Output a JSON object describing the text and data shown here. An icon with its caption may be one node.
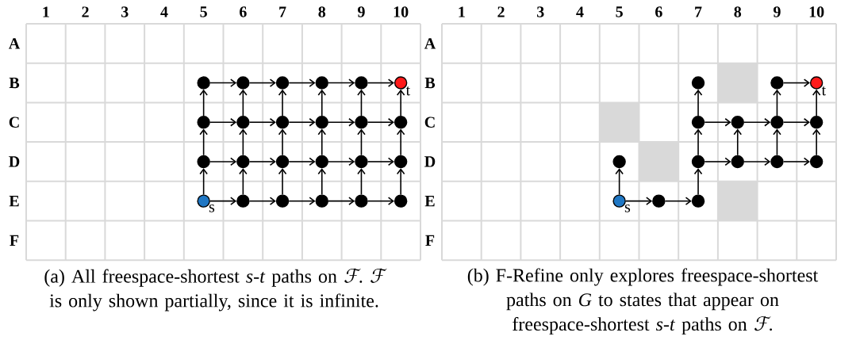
{
  "diagram": {
    "nodes": [
      {
        "text": [],
        "shape": "circle"
      },
      {
        "text": [],
        "shape": "circle"
      },
      {
        "text": [],
        "shape": "circle"
      },
      {
        "text": [],
        "shape": "circle"
      },
      {
        "text": [],
        "shape": "circle"
      },
      {
        "text": [],
        "shape": "circle",
        "beside": [
          "t"
        ]
      },
      {
        "text": [],
        "shape": "circle"
      },
      {
        "text": [],
        "shape": "circle"
      },
      {
        "text": [],
        "shape": "circle"
      },
      {
        "text": [],
        "shape": "circle"
      },
      {
        "text": [],
        "shape": "circle"
      },
      {
        "text": [],
        "shape": "circle"
      },
      {
        "text": [],
        "shape": "circle"
      },
      {
        "text": [],
        "shape": "circle"
      },
      {
        "text": [],
        "shape": "circle"
      },
      {
        "text": [],
        "shape": "circle"
      },
      {
        "text": [],
        "shape": "circle"
      },
      {
        "text": [],
        "shape": "circle"
      },
      {
        "text": [],
        "shape": "circle",
        "beside": [
          "s"
        ]
      },
      {
        "text": [],
        "shape": "circle"
      },
      {
        "text": [],
        "shape": "circle"
      },
      {
        "text": [],
        "shape": "circle"
      },
      {
        "text": [],
        "shape": "circle"
      },
      {
        "text": [],
        "shape": "circle"
      },
      {
        "text": [],
        "shape": "circle"
      },
      {
        "text": [],
        "shape": "circle"
      },
      {
        "text": [],
        "shape": "circle",
        "beside": [
          "t"
        ]
      },
      {
        "text": [],
        "shape": "circle"
      },
      {
        "text": [],
        "shape": "circle"
      },
      {
        "text": [],
        "shape": "circle"
      },
      {
        "text": [],
        "shape": "circle"
      },
      {
        "text": [],
        "shape": "circle"
      },
      {
        "text": [],
        "shape": "circle"
      },
      {
        "text": [],
        "shape": "circle"
      },
      {
        "text": [],
        "shape": "circle"
      },
      {
        "text": [],
        "shape": "circle"
      },
      {
        "text": [],
        "shape": "circle",
        "beside": [
          "s"
        ]
      },
      {
        "text": [],
        "shape": "circle"
      },
      {
        "text": [],
        "shape": "circle"
      }
    ],
    "edges": [
      {
        "from": 0,
        "to": 1,
        "arrow": "to"
      },
      {
        "from": 1,
        "to": 2,
        "arrow": "to"
      },
      {
        "from": 2,
        "to": 3,
        "arrow": "to"
      },
      {
        "from": 3,
        "to": 4,
        "arrow": "to"
      },
      {
        "from": 4,
        "to": 5,
        "arrow": "to"
      },
      {
        "from": 6,
        "to": 7,
        "arrow": "to"
      },
      {
        "from": 7,
        "to": 8,
        "arrow": "to"
      },
      {
        "from": 8,
        "to": 9,
        "arrow": "to"
      },
      {
        "from": 9,
        "to": 10,
        "arrow": "to"
      },
      {
        "from": 10,
        "to": 11,
        "arrow": "to"
      },
      {
        "from": 12,
        "to": 13,
        "arrow": "to"
      },
      {
        "from": 13,
        "to": 14,
        "arrow": "to"
      },
      {
        "from": 14,
        "to": 15,
        "arrow": "to"
      },
      {
        "from": 15,
        "to": 16,
        "arrow": "to"
      },
      {
        "from": 16,
        "to": 17,
        "arrow": "to"
      },
      {
        "from": 18,
        "to": 19,
        "arrow": "to"
      },
      {
        "from": 19,
        "to": 20,
        "arrow": "to"
      },
      {
        "from": 20,
        "to": 21,
        "arrow": "to"
      },
      {
        "from": 21,
        "to": 22,
        "arrow": "to"
      },
      {
        "from": 22,
        "to": 23,
        "arrow": "to"
      },
      {
        "from": 6,
        "to": 0,
        "arrow": "to"
      },
      {
        "from": 7,
        "to": 1,
        "arrow": "to"
      },
      {
        "from": 8,
        "to": 2,
        "arrow": "to"
      },
      {
        "from": 9,
        "to": 3,
        "arrow": "to"
      },
      {
        "from": 10,
        "to": 4,
        "arrow": "to"
      },
      {
        "from": 11,
        "to": 5,
        "arrow": "to"
      },
      {
        "from": 12,
        "to": 6,
        "arrow": "to"
      },
      {
        "from": 13,
        "to": 7,
        "arrow": "to"
      },
      {
        "from": 14,
        "to": 8,
        "arrow": "to"
      },
      {
        "from": 15,
        "to": 9,
        "arrow": "to"
      },
      {
        "from": 16,
        "to": 10,
        "arrow": "to"
      },
      {
        "from": 17,
        "to": 11,
        "arrow": "to"
      },
      {
        "from": 18,
        "to": 12,
        "arrow": "to"
      },
      {
        "from": 19,
        "to": 13,
        "arrow": "to"
      },
      {
        "from": 20,
        "to": 14,
        "arrow": "to"
      },
      {
        "from": 21,
        "to": 15,
        "arrow": "to"
      },
      {
        "from": 22,
        "to": 16,
        "arrow": "to"
      },
      {
        "from": 23,
        "to": 17,
        "arrow": "to"
      },
      {
        "from": 36,
        "to": 31,
        "arrow": "to"
      },
      {
        "from": 36,
        "to": 37,
        "arrow": "to"
      },
      {
        "from": 37,
        "to": 38,
        "arrow": "to"
      },
      {
        "from": 38,
        "to": 32,
        "arrow": "to"
      },
      {
        "from": 32,
        "to": 27,
        "arrow": "to"
      },
      {
        "from": 27,
        "to": 24,
        "arrow": "to"
      },
      {
        "from": 27,
        "to": 28,
        "arrow": "to"
      },
      {
        "from": 28,
        "to": 29,
        "arrow": "to"
      },
      {
        "from": 29,
        "to": 30,
        "arrow": "to"
      },
      {
        "from": 32,
        "to": 33,
        "arrow": "to"
      },
      {
        "from": 33,
        "to": 34,
        "arrow": "to"
      },
      {
        "from": 34,
        "to": 35,
        "arrow": "to"
      },
      {
        "from": 33,
        "to": 28,
        "arrow": "to"
      },
      {
        "from": 34,
        "to": 29,
        "arrow": "to"
      },
      {
        "from": 35,
        "to": 30,
        "arrow": "to"
      },
      {
        "from": 30,
        "to": 26,
        "arrow": "to"
      },
      {
        "from": 25,
        "to": 26,
        "arrow": "to"
      },
      {
        "from": 29,
        "to": 25,
        "arrow": "to"
      }
    ],
    "labels": [
      "1",
      "2",
      "3",
      "4",
      "5",
      "6",
      "7",
      "8",
      "9",
      "10",
      "A",
      "B",
      "C",
      "D",
      "E",
      "F",
      "1",
      "2",
      "3",
      "4",
      "5",
      "6",
      "7",
      "8",
      "9",
      "10",
      "A",
      "B",
      "C",
      "D",
      "E",
      "F",
      "(a) All freespace-shortest *s*-*t* paths on ℱ. ℱ is only shown partially, since it is infinite.",
      "(b) F-Refine only explores freespace-shortest paths on *G* to states that appear on freespace-shortest *s*-*t* paths on ℱ."
    ]
  }
}
